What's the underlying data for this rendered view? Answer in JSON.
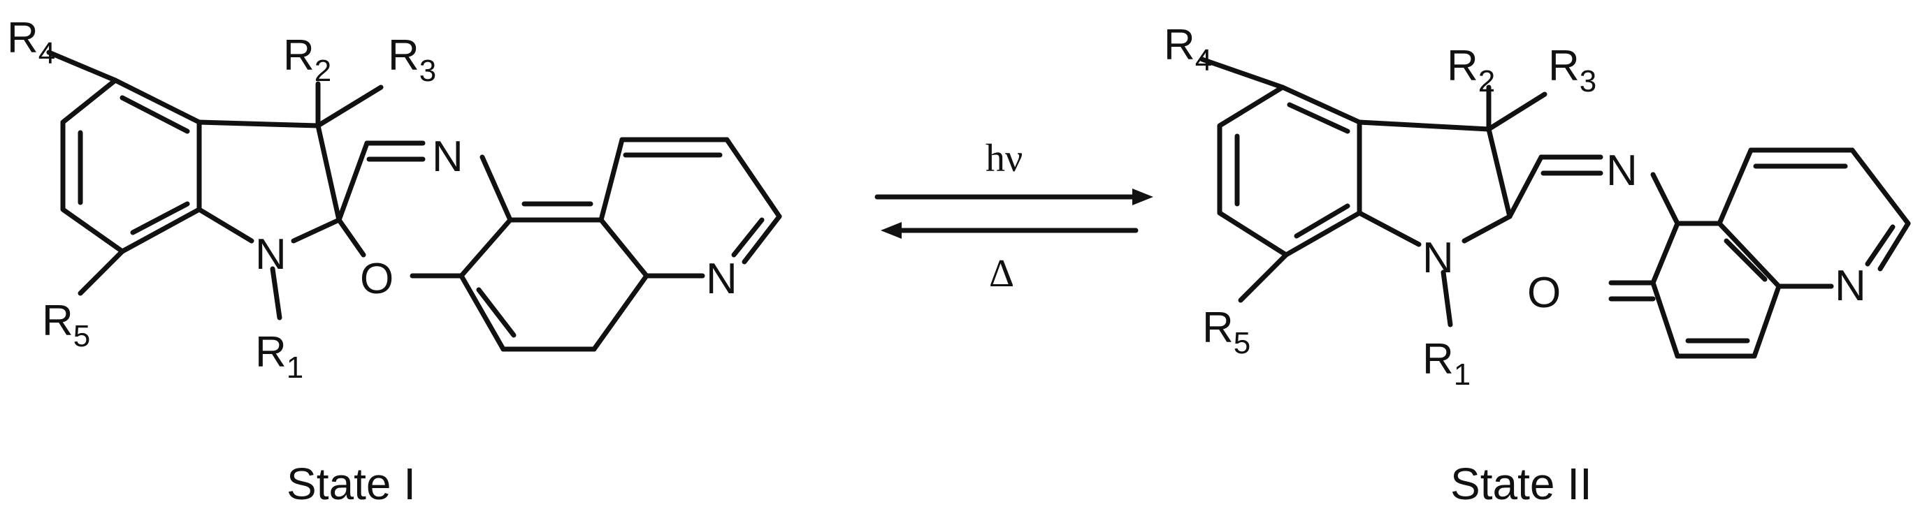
{
  "reaction": {
    "forward_condition": "hν",
    "reverse_condition": "Δ"
  },
  "state_1": {
    "caption": "State I",
    "labels": {
      "r4": "R",
      "r4_sub": "4",
      "r2": "R",
      "r2_sub": "2",
      "r3": "R",
      "r3_sub": "3",
      "r5": "R",
      "r5_sub": "5",
      "r1": "R",
      "r1_sub": "1",
      "n_indoline": "N",
      "n_imine": "N",
      "o": "O",
      "n_pyridine": "N"
    }
  },
  "state_2": {
    "caption": "State II",
    "labels": {
      "r4": "R",
      "r4_sub": "4",
      "r2": "R",
      "r2_sub": "2",
      "r3": "R",
      "r3_sub": "3",
      "r5": "R",
      "r5_sub": "5",
      "r1": "R",
      "r1_sub": "1",
      "n_indoline": "N",
      "n_imine": "N",
      "o": "O",
      "n_pyridine": "N"
    }
  }
}
